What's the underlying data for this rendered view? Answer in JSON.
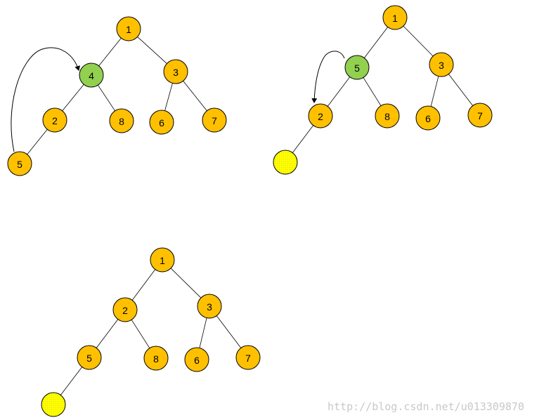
{
  "colors": {
    "orange": "#FFC000",
    "green": "#92D050",
    "yellow": "#FFFF00"
  },
  "diagrams": [
    {
      "name": "tree-1",
      "nodes": [
        {
          "id": "n1",
          "label": "1",
          "fill": "orange"
        },
        {
          "id": "n4",
          "label": "4",
          "fill": "green"
        },
        {
          "id": "n3",
          "label": "3",
          "fill": "orange"
        },
        {
          "id": "n2",
          "label": "2",
          "fill": "orange"
        },
        {
          "id": "n8",
          "label": "8",
          "fill": "orange"
        },
        {
          "id": "n6",
          "label": "6",
          "fill": "orange"
        },
        {
          "id": "n7",
          "label": "7",
          "fill": "orange"
        },
        {
          "id": "n5",
          "label": "5",
          "fill": "orange"
        }
      ],
      "edges": [
        [
          "n1",
          "n4"
        ],
        [
          "n1",
          "n3"
        ],
        [
          "n4",
          "n2"
        ],
        [
          "n4",
          "n8"
        ],
        [
          "n3",
          "n6"
        ],
        [
          "n3",
          "n7"
        ],
        [
          "n2",
          "n5"
        ]
      ],
      "arrow": {
        "from": "n5",
        "to": "n4"
      }
    },
    {
      "name": "tree-2",
      "nodes": [
        {
          "id": "n1",
          "label": "1",
          "fill": "orange"
        },
        {
          "id": "n5",
          "label": "5",
          "fill": "green"
        },
        {
          "id": "n3",
          "label": "3",
          "fill": "orange"
        },
        {
          "id": "n2",
          "label": "2",
          "fill": "orange"
        },
        {
          "id": "n8",
          "label": "8",
          "fill": "orange"
        },
        {
          "id": "n6",
          "label": "6",
          "fill": "orange"
        },
        {
          "id": "n7",
          "label": "7",
          "fill": "orange"
        },
        {
          "id": "empty",
          "label": "",
          "fill": "yellow"
        }
      ],
      "edges": [
        [
          "n1",
          "n5"
        ],
        [
          "n1",
          "n3"
        ],
        [
          "n5",
          "n2"
        ],
        [
          "n5",
          "n8"
        ],
        [
          "n3",
          "n6"
        ],
        [
          "n3",
          "n7"
        ],
        [
          "n2",
          "empty"
        ]
      ],
      "arrow": {
        "from": "n5",
        "to": "n2"
      }
    },
    {
      "name": "tree-3",
      "nodes": [
        {
          "id": "n1",
          "label": "1",
          "fill": "orange"
        },
        {
          "id": "n2",
          "label": "2",
          "fill": "orange"
        },
        {
          "id": "n3",
          "label": "3",
          "fill": "orange"
        },
        {
          "id": "n5",
          "label": "5",
          "fill": "orange"
        },
        {
          "id": "n8",
          "label": "8",
          "fill": "orange"
        },
        {
          "id": "n6",
          "label": "6",
          "fill": "orange"
        },
        {
          "id": "n7",
          "label": "7",
          "fill": "orange"
        },
        {
          "id": "empty",
          "label": "",
          "fill": "yellow"
        }
      ],
      "edges": [
        [
          "n1",
          "n2"
        ],
        [
          "n1",
          "n3"
        ],
        [
          "n2",
          "n5"
        ],
        [
          "n2",
          "n8"
        ],
        [
          "n3",
          "n6"
        ],
        [
          "n3",
          "n7"
        ],
        [
          "n5",
          "empty"
        ]
      ],
      "arrow": null
    }
  ],
  "watermark": "http://blog.csdn.net/u013309870"
}
